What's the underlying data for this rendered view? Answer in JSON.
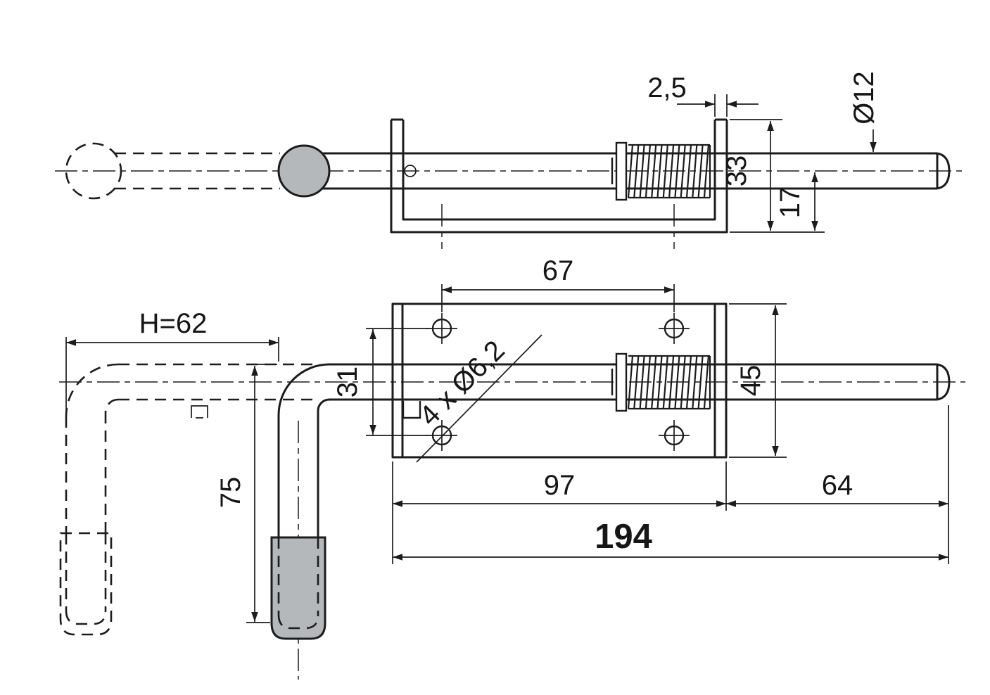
{
  "drawing": {
    "colors": {
      "line": "#1c1c1c",
      "metal": "#b4b8ba",
      "background": "#ffffff"
    },
    "side_view": {
      "bracket_thickness": "2,5",
      "rod_diameter": "Ø12",
      "bracket_height": "33",
      "axis_to_base": "17"
    },
    "plan_view": {
      "hole_spacing_horizontal": "67",
      "handle_projection": "H=62",
      "hole_spacing_vertical": "31",
      "hole_callout": "4 x Ø6,2",
      "plate_width": "45",
      "plate_length": "97",
      "bolt_extension": "64",
      "overall_length": "194",
      "handle_drop": "75"
    }
  }
}
